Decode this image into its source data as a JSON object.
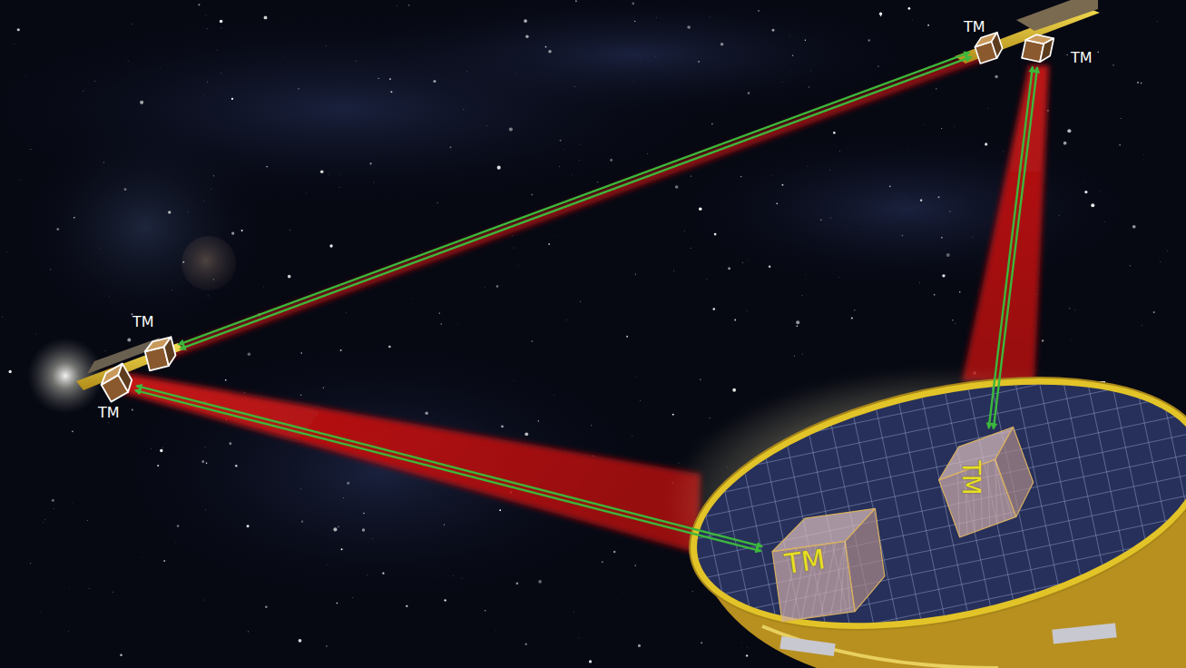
{
  "diagram": {
    "nodes": [
      {
        "text": [
          "TM"
        ]
      },
      {
        "text": [
          "TM"
        ]
      },
      {
        "text": [
          "TM"
        ]
      },
      {
        "text": [
          "TM"
        ]
      },
      {
        "text": [
          "TM"
        ]
      },
      {
        "text": [
          "TM"
        ]
      }
    ],
    "edges": [
      {
        "from": 0,
        "to": 2,
        "arrow": "both"
      },
      {
        "from": 3,
        "to": 5,
        "arrow": "both"
      },
      {
        "from": 1,
        "to": 4,
        "arrow": "both"
      }
    ]
  }
}
